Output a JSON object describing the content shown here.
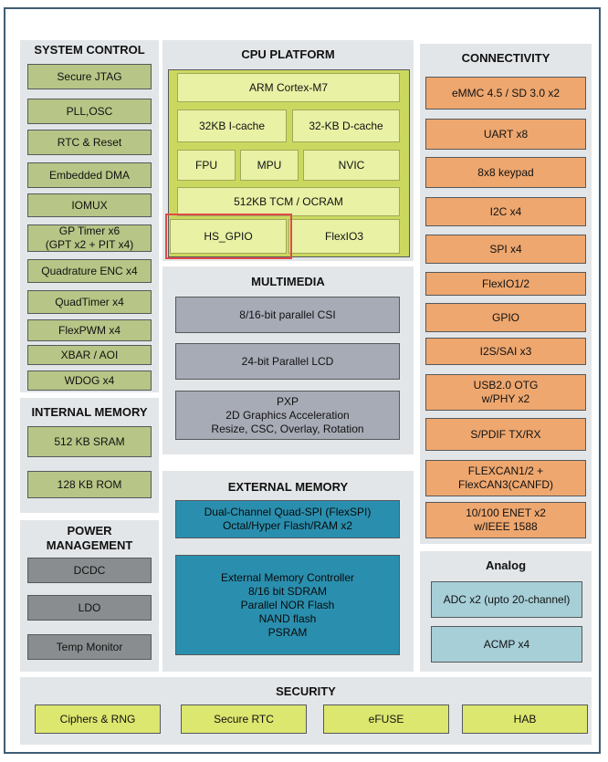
{
  "system_control": {
    "title": "SYSTEM CONTROL",
    "items": [
      "Secure JTAG",
      "PLL,OSC",
      "RTC & Reset",
      "Embedded DMA",
      "IOMUX",
      "GP Timer x6\n(GPT x2 + PIT x4)",
      "Quadrature ENC x4",
      "QuadTimer x4",
      "FlexPWM x4",
      "XBAR / AOI",
      "WDOG x4"
    ]
  },
  "internal_memory": {
    "title": "INTERNAL MEMORY",
    "items": [
      "512 KB SRAM",
      "128 KB ROM"
    ]
  },
  "power_management": {
    "title": "POWER\nMANAGEMENT",
    "items": [
      "DCDC",
      "LDO",
      "Temp Monitor"
    ]
  },
  "cpu_platform": {
    "title": "CPU PLATFORM",
    "core": "ARM Cortex-M7",
    "icache": "32KB I-cache",
    "dcache": "32-KB D-cache",
    "fpu": "FPU",
    "mpu": "MPU",
    "nvic": "NVIC",
    "tcm": "512KB TCM / OCRAM",
    "hs_gpio": "HS_GPIO",
    "flexio3": "FlexIO3"
  },
  "multimedia": {
    "title": "MULTIMEDIA",
    "items": [
      "8/16-bit parallel CSI",
      "24-bit Parallel LCD",
      "PXP\n2D Graphics Acceleration\nResize, CSC, Overlay, Rotation"
    ]
  },
  "external_memory": {
    "title": "EXTERNAL MEMORY",
    "items": [
      "Dual-Channel Quad-SPI  (FlexSPI)\nOctal/Hyper Flash/RAM x2",
      "External Memory Controller\n8/16 bit SDRAM\nParallel NOR Flash\nNAND flash\nPSRAM"
    ]
  },
  "connectivity": {
    "title": "CONNECTIVITY",
    "items": [
      "eMMC 4.5 / SD 3.0 x2",
      "UART x8",
      "8x8 keypad",
      "I2C x4",
      "SPI x4",
      "FlexIO1/2",
      "GPIO",
      "I2S/SAI x3",
      "USB2.0 OTG\nw/PHY x2",
      "S/PDIF TX/RX",
      "FLEXCAN1/2  +\nFlexCAN3(CANFD)",
      "10/100 ENET x2\nw/IEEE 1588"
    ]
  },
  "analog": {
    "title": "Analog",
    "items": [
      "ADC x2 (upto 20-channel)",
      "ACMP x4"
    ]
  },
  "security": {
    "title": "SECURITY",
    "items": [
      "Ciphers & RNG",
      "Secure RTC",
      "eFUSE",
      "HAB"
    ]
  },
  "colors": {
    "green": "#b7c586",
    "gray": "#8a8d8f",
    "lavender": "#a7abb6",
    "teal": "#2a8fae",
    "orange": "#eea76f",
    "cyan": "#a7cfd8",
    "lime": "#dce76f",
    "cpu": "#cbd85f",
    "highlight": "#e04a4a"
  }
}
